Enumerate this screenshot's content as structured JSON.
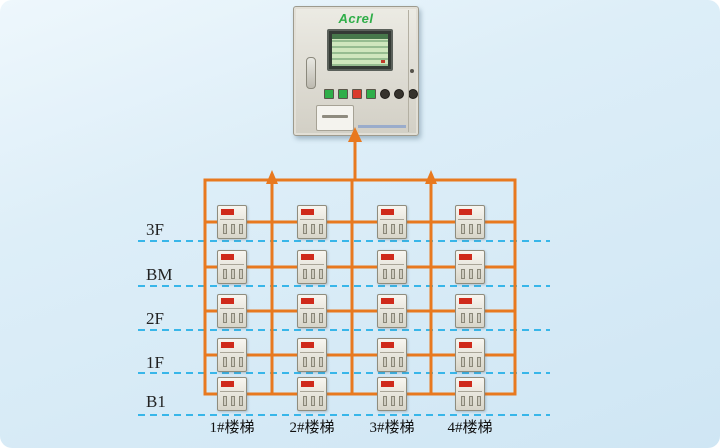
{
  "cabinet": {
    "brand": "Acrel",
    "indicator_colors": [
      "#2fae49",
      "#2fae49",
      "#d93a2b",
      "#2fae49"
    ],
    "knob_count": 3
  },
  "floors": [
    {
      "label": "3F"
    },
    {
      "label": "BM"
    },
    {
      "label": "2F"
    },
    {
      "label": "1F"
    },
    {
      "label": "B1"
    }
  ],
  "stairs": [
    {
      "label": "1#楼梯"
    },
    {
      "label": "2#楼梯"
    },
    {
      "label": "3#楼梯"
    },
    {
      "label": "4#楼梯"
    }
  ],
  "colors": {
    "bus_orange": "#e8791f",
    "floor_dash_blue": "#38b6e9",
    "device_badge_red": "#cf2a1b",
    "brand_green": "#2fae49",
    "lcd_green": "#cfe6bd"
  }
}
